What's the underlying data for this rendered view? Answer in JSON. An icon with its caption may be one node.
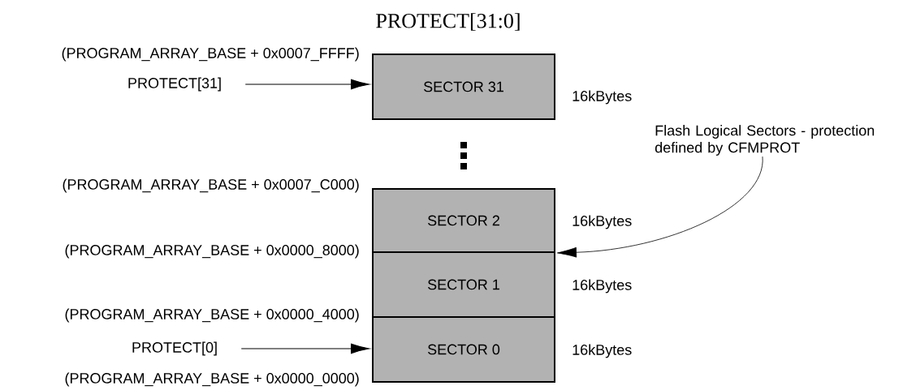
{
  "diagram": {
    "title": "PROTECT[31:0]",
    "nodes": [
      {
        "text": [
          "PROTECT[31]"
        ]
      },
      {
        "text": [
          "SECTOR 31"
        ],
        "beside": [
          "16kBytes"
        ]
      },
      {
        "text": [
          "Flash Logical Sectors - protection defined by CFMPROT"
        ]
      },
      {
        "text": [
          "SECTOR 2"
        ],
        "beside": [
          "16kBytes"
        ]
      },
      {
        "text": [
          "SECTOR 1"
        ],
        "beside": [
          "16kBytes"
        ]
      },
      {
        "text": [
          "PROTECT[0]"
        ]
      },
      {
        "text": [
          "SECTOR 0"
        ],
        "beside": [
          "16kBytes"
        ]
      }
    ],
    "edges": [
      {
        "from": 0,
        "to": 1,
        "arrow": "to"
      },
      {
        "from": 2,
        "to": 3,
        "arrow": "to"
      },
      {
        "from": 5,
        "to": 6,
        "arrow": "to"
      }
    ],
    "labels": [
      "(PROGRAM_ARRAY_BASE + 0x0007_FFFF)",
      "(PROGRAM_ARRAY_BASE + 0x0007_C000)",
      "(PROGRAM_ARRAY_BASE + 0x0000_8000)",
      "(PROGRAM_ARRAY_BASE + 0x0000_4000)",
      "(PROGRAM_ARRAY_BASE + 0x0000_0000)"
    ]
  }
}
